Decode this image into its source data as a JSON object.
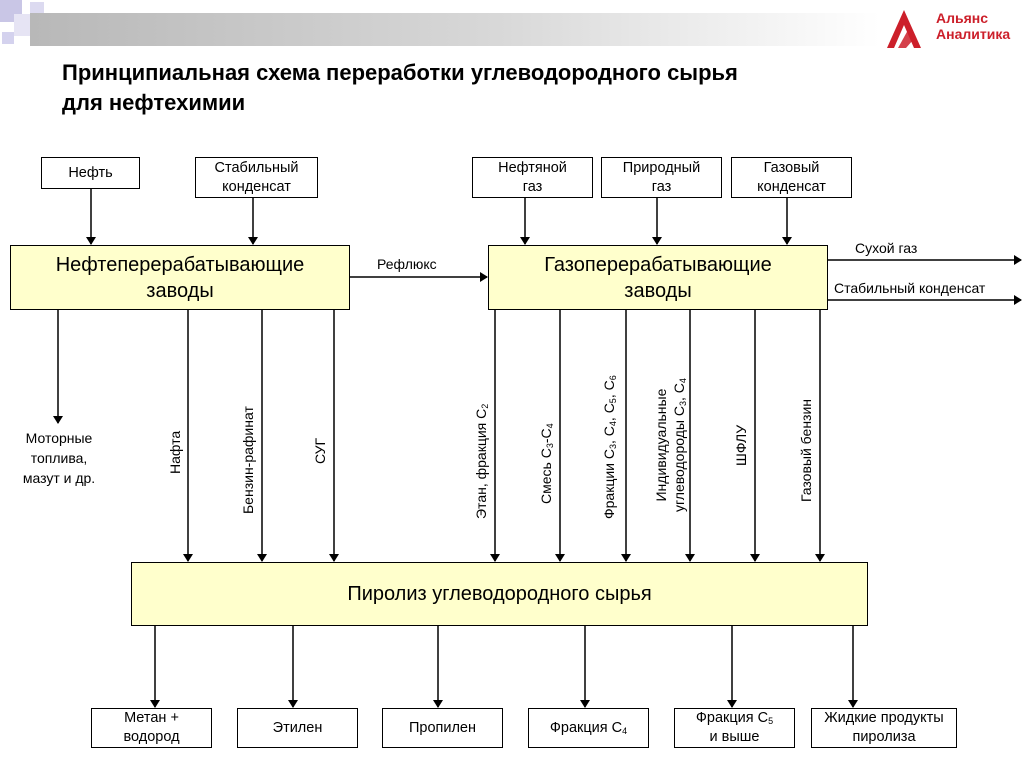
{
  "slide": {
    "title_line1": "Принципиальная схема переработки углеводородного сырья",
    "title_line2": "для нефтехимии"
  },
  "logo": {
    "line1": "Альянс",
    "line2": "Аналитика",
    "color": "#cc1f2a"
  },
  "inputs": {
    "oil": "Нефть",
    "stable_condensate_1": "Стабильный",
    "stable_condensate_2": "конденсат",
    "petroleum_gas_1": "Нефтяной",
    "petroleum_gas_2": "газ",
    "natural_gas_1": "Природный",
    "natural_gas_2": "газ",
    "gas_condensate_1": "Газовый",
    "gas_condensate_2": "конденсат"
  },
  "plants": {
    "refineries_1": "Нефтеперерабатывающие",
    "refineries_2": "заводы",
    "gas_plants_1": "Газоперерабатывающие",
    "gas_plants_2": "заводы",
    "reflux": "Рефлюкс",
    "dry_gas": "Сухой газ",
    "stable_condensate_out": "Стабильный конденсат",
    "fill_color": "#ffffcc"
  },
  "streams": {
    "motor_fuels_1": "Моторные",
    "motor_fuels_2": "топлива,",
    "motor_fuels_3": "мазут и др.",
    "naphtha": "Нафта",
    "raffinate": "Бензин-рафинат",
    "lpg": "СУГ",
    "ethane_a": "Этан, фракция С",
    "ethane_sub": "2",
    "c3c4_a": "Смесь С",
    "c3c4_sub1": "3",
    "c3c4_b": "-С",
    "c3c4_sub2": "4",
    "fractions_a": "Фракции С",
    "fractions_s1": "3",
    "fractions_b": ", С",
    "fractions_s2": "4",
    "fractions_c": ", С",
    "fractions_s3": "5",
    "fractions_d": ", С",
    "fractions_s4": "6",
    "individual_1": "Индивидуальные",
    "individual_2a": "углеводороды С",
    "individual_s1": "3",
    "individual_2b": ", С",
    "individual_s2": "4",
    "shflu": "ШФЛУ",
    "gas_gasoline": "Газовый бензин"
  },
  "pyrolysis": {
    "label": "Пиролиз углеводородного сырья"
  },
  "products": {
    "methane_1": "Метан +",
    "methane_2": "водород",
    "ethylene": "Этилен",
    "propylene": "Пропилен",
    "c4_a": "Фракция С",
    "c4_sub": "4",
    "c5_a": "Фракция С",
    "c5_sub": "5",
    "c5_b": "и выше",
    "liquid_1": "Жидкие продукты",
    "liquid_2": "пиролиза"
  }
}
